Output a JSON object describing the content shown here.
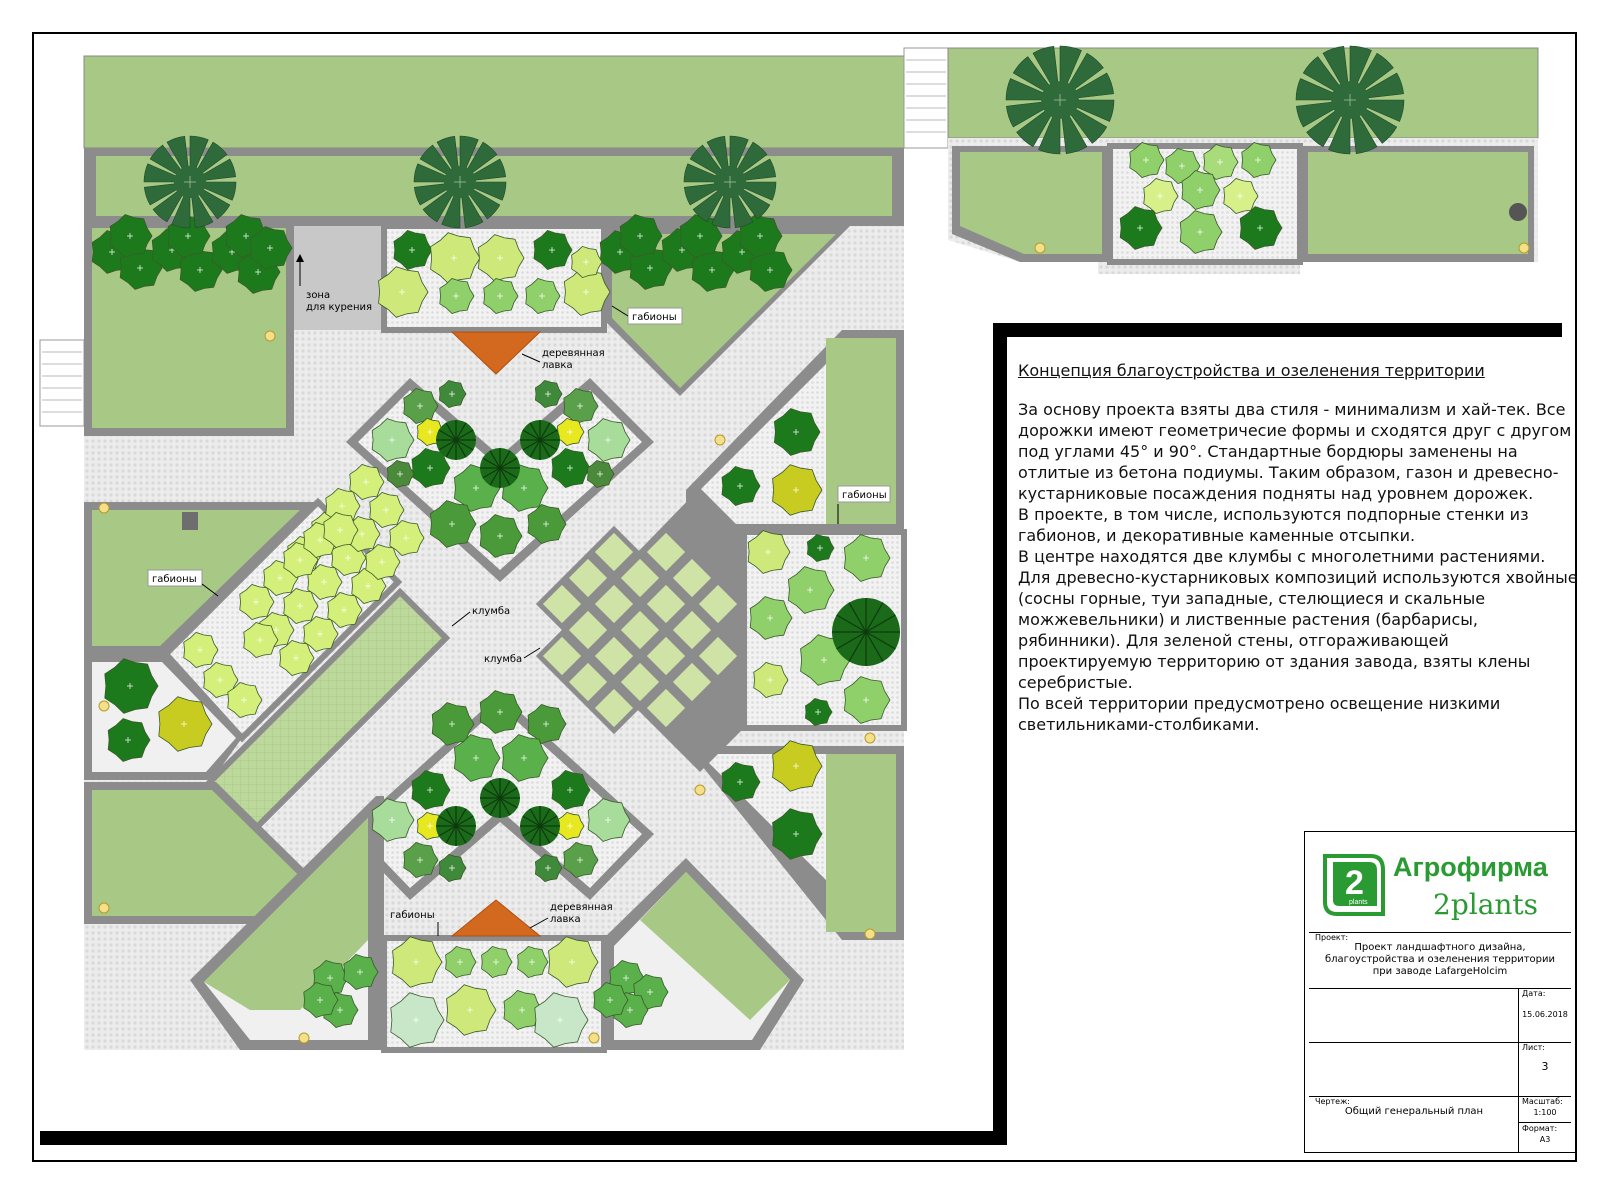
{
  "labels": {
    "smoking_zone_line1": "зона",
    "smoking_zone_line2": "для курения",
    "gabions": "габионы",
    "wooden_bench_line1": "деревянная",
    "wooden_bench_line2": "лавка",
    "flowerbed": "клумба"
  },
  "description": {
    "title": "Концепция благоустройства и озеленения территории",
    "paragraphs": [
      "За основу проекта взяты два стиля - минимализм и хай-тек. Все дорожки имеют геометричесие формы и сходятся друг с другом под углами 45° и 90°. Стандартные бордюры заменены на отлитые из бетона подиумы. Таким образом, газон и древесно-кустарниковые посаждения подняты над уровнем дорожек.",
      "В проекте, в том числе, используются подпорные стенки из габионов, и декоративные каменные отсыпки.",
      "В центре находятся две клумбы с многолетними растениями. Для древесно-кустарниковых композиций используются хвойные (сосны горные, туи западные, стелющиеся и скальные можжевельники) и лиственные растения (барбарисы, рябинники). Для зеленой стены, отгораживающей проектируемую территорию от здания завода, взяты клены серебристые.",
      "По всей территории предусмотрено освещение низкими светильниками-столбиками."
    ]
  },
  "stamp": {
    "brand_line1": "Агрофирма",
    "brand_line2": "2plants",
    "logo_number": "2",
    "logo_small": "plants",
    "project_caption": "Проект:",
    "project_text": "Проект ландшафтного дизайна, благоустройства и озеленения территории при заводе LafargeHolcim",
    "date_caption": "Дата:",
    "date": "15.06.2018",
    "sheet_caption": "Лист:",
    "sheet": "3",
    "drawing_caption": "Чертеж:",
    "drawing": "Общий генеральный план",
    "scale_caption": "Масштаб:",
    "scale": "1:100",
    "format_caption": "Формат:",
    "format": "А3"
  },
  "colors": {
    "lawn": "#a8c985",
    "concrete": "#8c8c8c",
    "paving": "#e8e8e8",
    "tree_dark": "#2f6a3a",
    "shrub_dark": "#1c7a1c",
    "shrub_light": "#cfe87a",
    "brand_green": "#2a9a32",
    "bench": "#d2691e"
  }
}
